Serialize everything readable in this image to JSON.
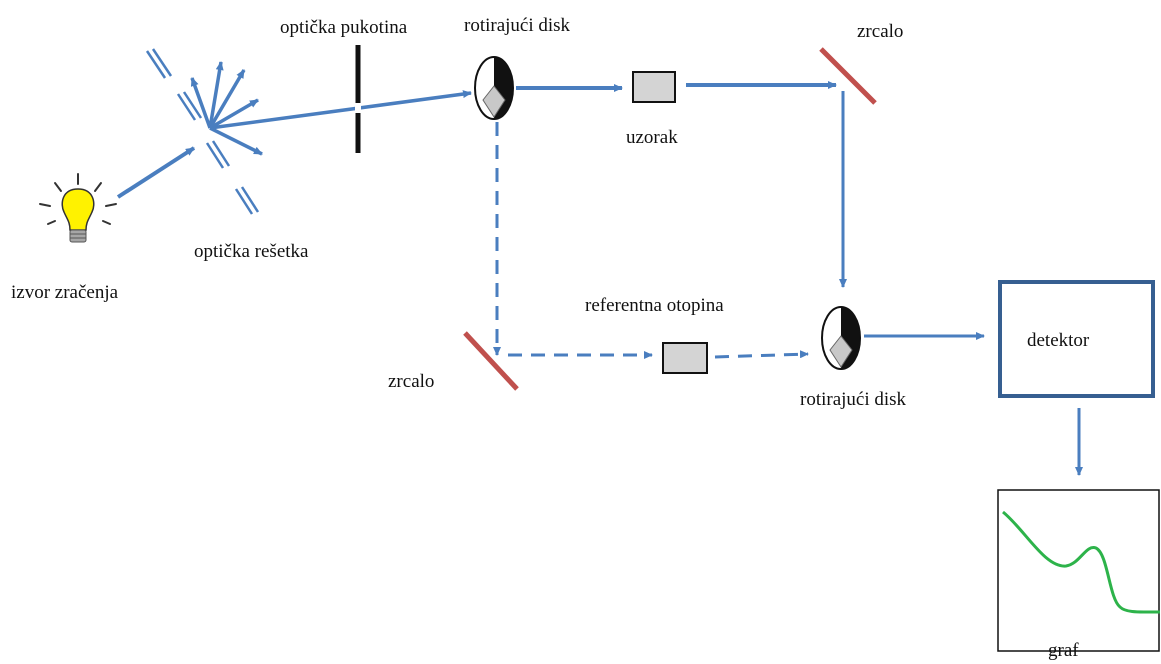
{
  "labels": {
    "source": "izvor zračenja",
    "grating": "optička rešetka",
    "slit": "optička pukotina",
    "chopper_top": "rotirajući disk",
    "sample": "uzorak",
    "mirror_top": "zrcalo",
    "reference": "referentna otopina",
    "mirror_bottom": "zrcalo",
    "chopper_bottom": "rotirajući disk",
    "detector": "detektor",
    "graph": "graf"
  },
  "colors": {
    "beam": "#4a7ebf",
    "mirror": "#c0504d",
    "bulb": "#fff200",
    "cuvette": "#d4d4d4",
    "detector_border": "#365f91",
    "graph_line": "#2db34a",
    "slit": "#111111"
  }
}
